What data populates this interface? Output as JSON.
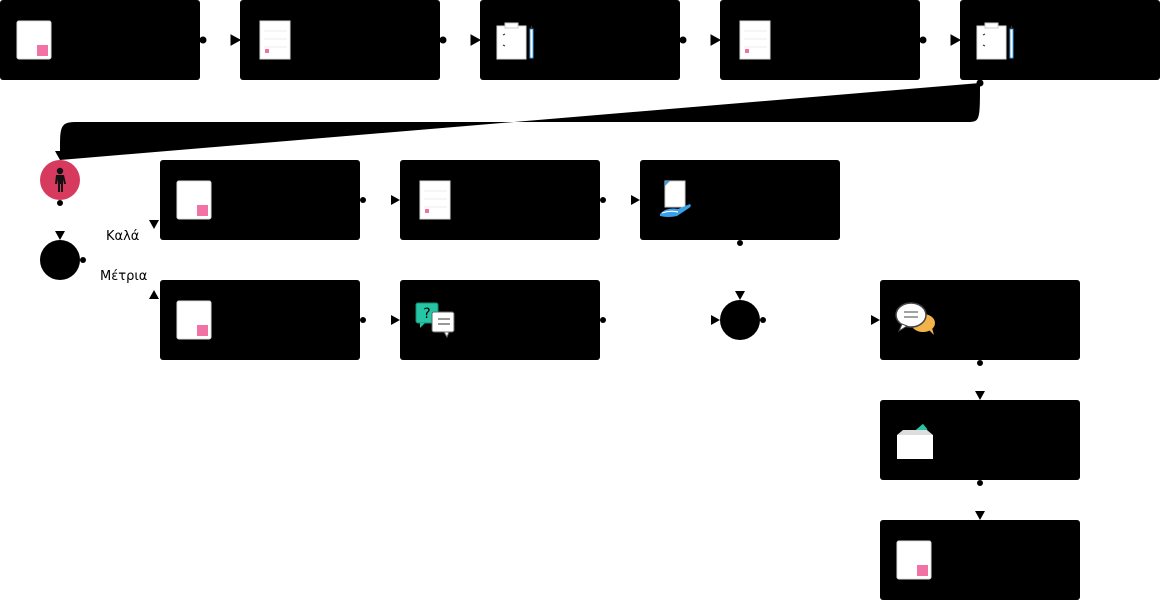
{
  "diagram": {
    "type": "process-flow",
    "background": "#ffffff",
    "box_color": "#000000",
    "connector_color": "#000000",
    "person_node_color": "#d63a5e",
    "accent_pink": "#f272a6",
    "accent_teal": "#25c6a6",
    "accent_blue": "#3aa0e8",
    "accent_orange": "#f3b34b",
    "nodes": [
      {
        "id": "step-1",
        "icon": "document-pink-icon"
      },
      {
        "id": "step-2",
        "icon": "form-document-icon"
      },
      {
        "id": "step-3",
        "icon": "clipboard-pencil-icon"
      },
      {
        "id": "step-4",
        "icon": "form-document-icon"
      },
      {
        "id": "step-5",
        "icon": "clipboard-pencil-icon"
      },
      {
        "id": "start-person",
        "icon": "person-icon"
      },
      {
        "id": "decision",
        "icon": "none"
      },
      {
        "id": "step-good-1",
        "icon": "document-pink-icon"
      },
      {
        "id": "step-good-2",
        "icon": "form-document-icon"
      },
      {
        "id": "step-good-3",
        "icon": "hand-document-icon"
      },
      {
        "id": "step-medium-1",
        "icon": "document-pink-icon"
      },
      {
        "id": "step-medium-2",
        "icon": "question-chat-icon"
      },
      {
        "id": "merge",
        "icon": "none"
      },
      {
        "id": "step-final-1",
        "icon": "speech-bubbles-icon"
      },
      {
        "id": "step-final-2",
        "icon": "ballot-box-icon"
      },
      {
        "id": "step-final-3",
        "icon": "document-pink-icon"
      }
    ],
    "edge_labels": {
      "good": "Καλά",
      "medium": "Μέτρια"
    }
  }
}
